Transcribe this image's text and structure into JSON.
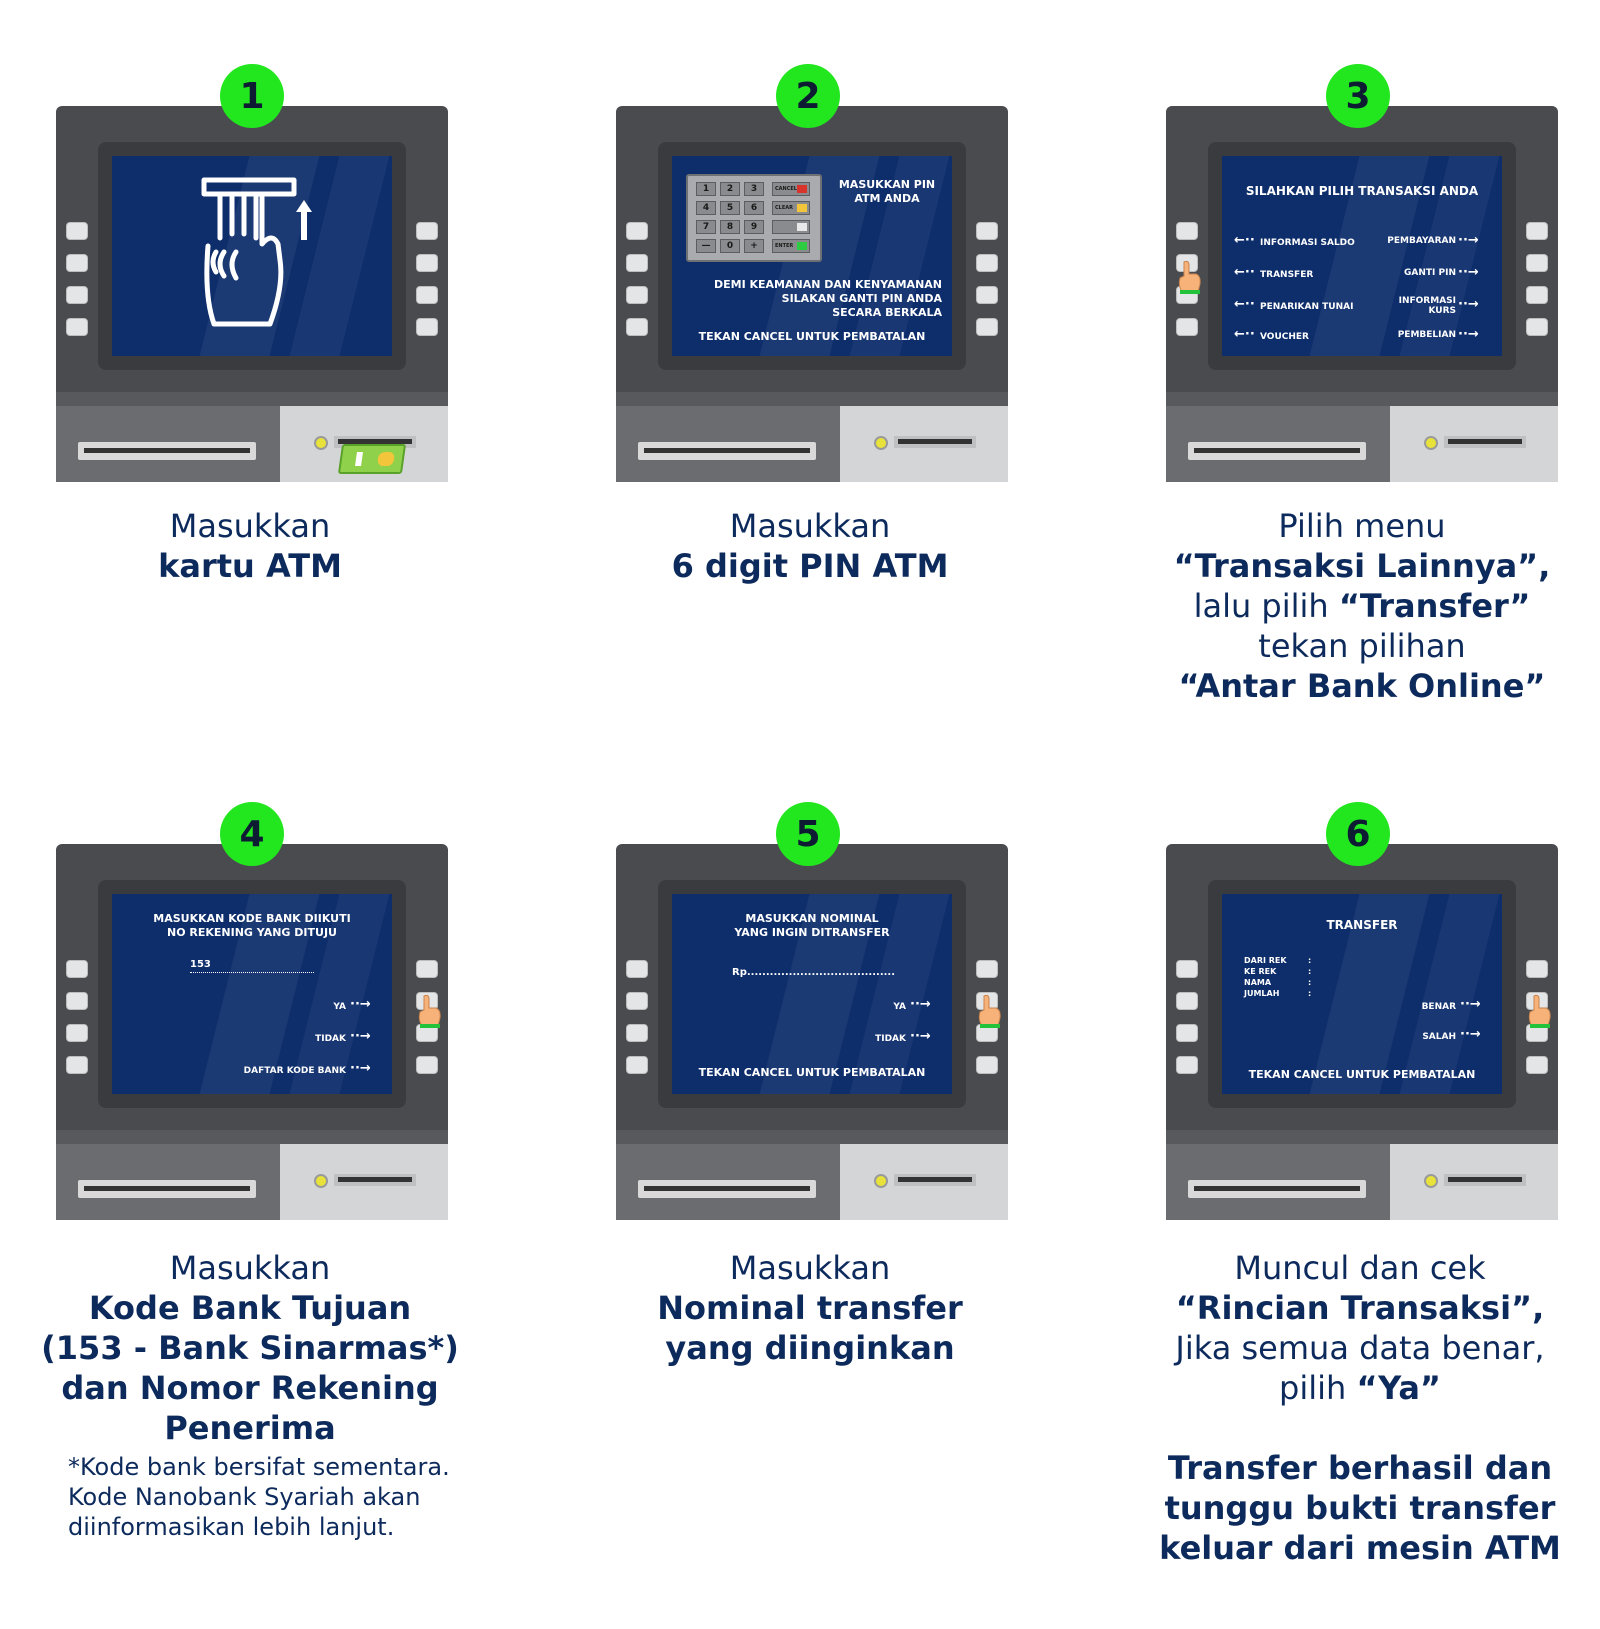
{
  "steps": [
    {
      "number": "1",
      "caption": {
        "lines": [
          {
            "text": "Masukkan",
            "bold": false
          },
          {
            "text": "kartu ATM",
            "bold": true
          }
        ]
      }
    },
    {
      "number": "2",
      "screen": {
        "title": "MASUKKAN PIN\nATM ANDA",
        "info": "DEMI KEAMANAN DAN KENYAMANAN\nSILAKAN GANTI PIN ANDA\nSECARA BERKALA",
        "cancel": "TEKAN CANCEL UNTUK PEMBATALAN",
        "pad_keys": [
          "1",
          "2",
          "3",
          "4",
          "5",
          "6",
          "7",
          "8",
          "9",
          "—",
          "0",
          "+"
        ],
        "pad_functions": [
          "CANCEL",
          "CLEAR",
          "",
          "ENTER"
        ]
      },
      "caption": {
        "lines": [
          {
            "text": "Masukkan",
            "bold": false
          },
          {
            "text": "6 digit PIN ATM",
            "bold": true
          }
        ]
      }
    },
    {
      "number": "3",
      "screen": {
        "title": "SILAHKAN PILIH TRANSAKSI ANDA",
        "left": [
          "INFORMASI SALDO",
          "TRANSFER",
          "PENARIKAN TUNAI",
          "VOUCHER"
        ],
        "right": [
          "PEMBAYARAN",
          "GANTI PIN",
          "INFORMASI\nKURS",
          "PEMBELIAN"
        ]
      },
      "caption": {
        "lines": [
          {
            "parts": [
              {
                "text": "Pilih menu",
                "bold": false
              }
            ]
          },
          {
            "parts": [
              {
                "text": "“Transaksi Lainnya”,",
                "bold": true
              }
            ]
          },
          {
            "parts": [
              {
                "text": "lalu pilih ",
                "bold": false
              },
              {
                "text": "“Transfer”",
                "bold": true
              }
            ]
          },
          {
            "parts": [
              {
                "text": "tekan pilihan",
                "bold": false
              }
            ]
          },
          {
            "parts": [
              {
                "text": "“Antar Bank Online”",
                "bold": true
              }
            ]
          }
        ]
      }
    },
    {
      "number": "4",
      "screen": {
        "title": "MASUKKAN KODE BANK DIIKUTI\nNO REKENING YANG DITUJU",
        "input": "153",
        "right": [
          "YA",
          "TIDAK",
          "DAFTAR KODE BANK"
        ]
      },
      "caption": {
        "lines": [
          {
            "text": "Masukkan",
            "bold": false
          },
          {
            "text": "Kode Bank Tujuan",
            "bold": true
          },
          {
            "text": "(153 - Bank Sinarmas*)",
            "bold": true
          },
          {
            "text": "dan Nomor Rekening",
            "bold": true
          },
          {
            "text": "Penerima",
            "bold": true
          }
        ]
      },
      "note": "*Kode bank bersifat sementara.\nKode Nanobank Syariah akan\ndiinformasikan lebih lanjut."
    },
    {
      "number": "5",
      "screen": {
        "title": "MASUKKAN NOMINAL\nYANG INGIN DITRANSFER",
        "input": "Rp.......................................",
        "right": [
          "YA",
          "TIDAK"
        ],
        "cancel": "TEKAN CANCEL UNTUK PEMBATALAN"
      },
      "caption": {
        "lines": [
          {
            "text": "Masukkan",
            "bold": false
          },
          {
            "text": "Nominal transfer",
            "bold": true
          },
          {
            "text": "yang diinginkan",
            "bold": true
          }
        ]
      }
    },
    {
      "number": "6",
      "screen": {
        "title": "TRANSFER",
        "fields": [
          "DARI REK",
          "KE REK",
          "NAMA",
          "JUMLAH"
        ],
        "separator": ":",
        "right": [
          "BENAR",
          "SALAH"
        ],
        "cancel": "TEKAN CANCEL UNTUK PEMBATALAN"
      },
      "caption": {
        "lines": [
          {
            "parts": [
              {
                "text": "Muncul dan cek",
                "bold": false
              }
            ]
          },
          {
            "parts": [
              {
                "text": "“Rincian Transaksi”,",
                "bold": true
              }
            ]
          },
          {
            "parts": [
              {
                "text": "Jika semua data benar,",
                "bold": false
              }
            ]
          },
          {
            "parts": [
              {
                "text": "pilih ",
                "bold": false
              },
              {
                "text": "“Ya”",
                "bold": true
              }
            ]
          }
        ]
      },
      "result": [
        "Transfer berhasil dan",
        "tunggu bukti transfer",
        "keluar dari mesin ATM"
      ]
    }
  ],
  "colors": {
    "badge": "#22e61e",
    "screen": "#0d2d6b",
    "text": "#0d2a5c",
    "atm_body": "#4a4b4f"
  }
}
